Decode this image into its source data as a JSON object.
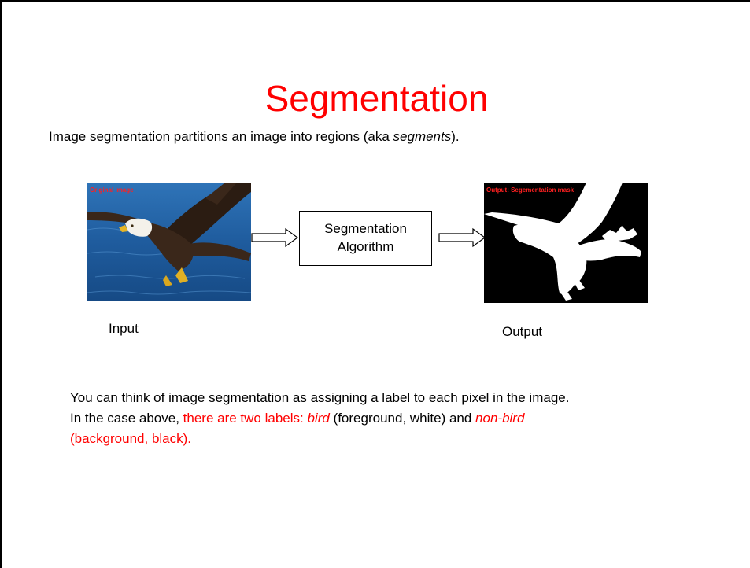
{
  "slide": {
    "title": "Segmentation",
    "intro": {
      "text_before": "Image segmentation partitions an image into regions (aka ",
      "text_italic": "segments",
      "text_after": ")."
    },
    "input_image": {
      "label": "Original image"
    },
    "output_image": {
      "label": "Output: Segementation mask"
    },
    "algorithm_box": {
      "line1": "Segmentation",
      "line2": "Algorithm"
    },
    "captions": {
      "input": "Input",
      "output": "Output"
    },
    "body": {
      "line1": "You can think of image segmentation as assigning a label to each pixel in the image.",
      "line2_black": "In the case above, ",
      "line2_red": "there are two labels: ",
      "bird_italic": "bird",
      "fg_red": " (foreground, white) and ",
      "nonbird_italic": "non-bird",
      "line3_red": "(background, black)."
    },
    "colors": {
      "title": "#ff0000",
      "highlight": "#ff0000",
      "text": "#000000"
    }
  }
}
